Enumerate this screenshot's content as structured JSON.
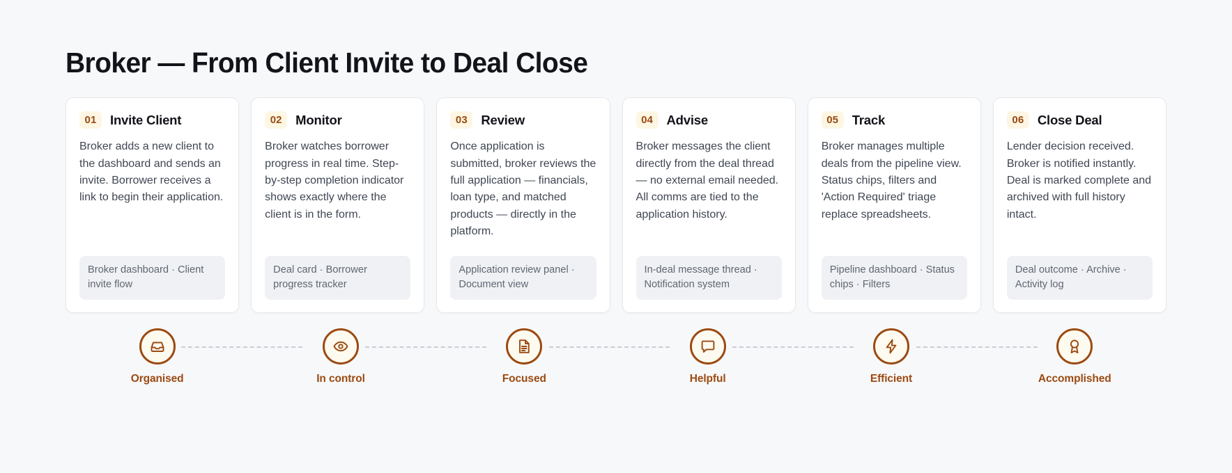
{
  "header": {
    "title": "Broker — From Client Invite to Deal Close"
  },
  "cards": [
    {
      "number": "01",
      "title": "Invite Client",
      "body": "Broker adds a new client to the dashboard and sends an invite. Borrower receives a link to begin their application.",
      "footer": "Broker dashboard · Client invite flow"
    },
    {
      "number": "02",
      "title": "Monitor",
      "body": "Broker watches borrower progress in real time. Step-by-step completion indicator shows exactly where the client is in the form.",
      "footer": "Deal card · Borrower progress tracker"
    },
    {
      "number": "03",
      "title": "Review",
      "body": "Once application is submitted, broker reviews the full application — financials, loan type, and matched products — directly in the platform.",
      "footer": "Application review panel · Document view"
    },
    {
      "number": "04",
      "title": "Advise",
      "body": "Broker messages the client directly from the deal thread — no external email needed. All comms are tied to the application history.",
      "footer": "In-deal message thread · Notification system"
    },
    {
      "number": "05",
      "title": "Track",
      "body": "Broker manages multiple deals from the pipeline view. Status chips, filters and 'Action Required' triage replace spreadsheets.",
      "footer": "Pipeline dashboard · Status chips · Filters"
    },
    {
      "number": "06",
      "title": "Close Deal",
      "body": "Lender decision received. Broker is notified instantly. Deal is marked complete and archived with full history intact.",
      "footer": "Deal outcome · Archive · Activity log"
    }
  ],
  "outcomes": [
    {
      "label": "Organised",
      "icon": "inbox-icon"
    },
    {
      "label": "In control",
      "icon": "eye-icon"
    },
    {
      "label": "Focused",
      "icon": "document-icon"
    },
    {
      "label": "Helpful",
      "icon": "chat-bubble-icon"
    },
    {
      "label": "Efficient",
      "icon": "lightning-bolt-icon"
    },
    {
      "label": "Accomplished",
      "icon": "award-medal-icon"
    }
  ],
  "colors": {
    "page_background": "#f7f8fa",
    "card_background": "#ffffff",
    "card_border": "#e6e8ec",
    "accent": "#9b4a12",
    "badge_background": "#fdf6e3",
    "footer_background": "#f0f1f4",
    "connector": "#c9cdd6"
  }
}
